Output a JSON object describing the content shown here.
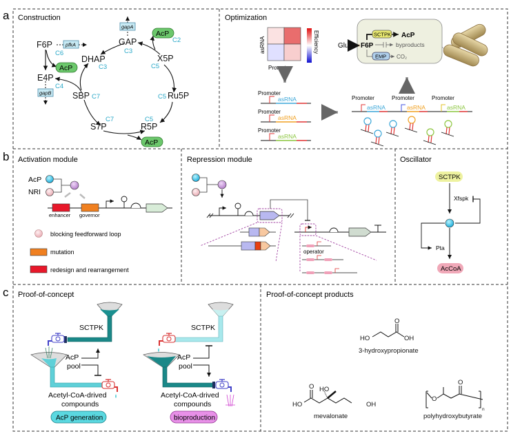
{
  "panels": {
    "a": {
      "letter": "a",
      "construction": {
        "title": "Construction",
        "metabolites": {
          "F6P": "F6P",
          "E4P": "E4P",
          "DHAP": "DHAP",
          "GAP": "GAP",
          "X5P": "X5P",
          "Ru5P": "Ru5P",
          "R5P": "R5P",
          "S7P": "S7P",
          "SBP": "SBP"
        },
        "carbon_labels": {
          "F6P": "C6",
          "E4P": "C4",
          "DHAP": "C3",
          "GAP": "C3",
          "X5P": "C5",
          "Ru5P": "C5",
          "R5P": "C5",
          "S7P": "C7",
          "SBP": "C7",
          "AcP_top": "C2"
        },
        "genes": {
          "pfkA": "pfkA",
          "gapA": "gapA",
          "gapB": "gapB"
        },
        "acp_label": "AcP"
      },
      "optimization": {
        "title": "Optimization",
        "heatmap": {
          "ylabel": "asRNA",
          "xlabel": "Promoter",
          "colorbar_label": "Efficiency",
          "cells": [
            [
              0.15,
              0.75
            ],
            [
              -0.3,
              0.25
            ]
          ]
        },
        "cell_box": {
          "glu": "Glu",
          "f6p": "F6P",
          "sctpk": "SCTPK",
          "acp": "AcP",
          "byproducts": "byproducts",
          "emp": "EMP",
          "co2": "CO₂"
        },
        "constructs_left": [
          {
            "promoter": "Promoter",
            "asrna": "asRNA",
            "color": "#3aa6d8"
          },
          {
            "promoter": "Promoter",
            "asrna": "asRNA",
            "color": "#f0a020"
          },
          {
            "promoter": "Promoter",
            "asrna": "asRNA",
            "color": "#8cc63f"
          }
        ],
        "constructs_right": [
          {
            "promoter": "Promoter",
            "asrna": "asRNA",
            "color": "#3aa6d8",
            "arrow": "#e03030"
          },
          {
            "promoter": "Promoter",
            "asrna": "asRNA",
            "color": "#f0a020",
            "arrow": "#4050e0"
          },
          {
            "promoter": "Promoter",
            "asrna": "asRNA",
            "color": "#8cc63f",
            "arrow": "#e0c020"
          }
        ]
      }
    },
    "b": {
      "letter": "b",
      "activation": {
        "title": "Activation module",
        "acp": "AcP",
        "nri": "NRI",
        "enhancer": "enhancer",
        "governor": "governor",
        "legend": [
          {
            "label": "blocking feedforward loop",
            "shape": "circle",
            "color": "#f2c4c8"
          },
          {
            "label": "mutation",
            "shape": "rect",
            "color": "#f08020"
          },
          {
            "label": "redesign and rearrangement",
            "shape": "rect",
            "color": "#e8182a"
          }
        ]
      },
      "repression": {
        "title": "Repression module",
        "operator": "operator"
      },
      "oscillator": {
        "title": "Oscillator",
        "sctpk": "SCTPK",
        "xfspk": "Xfspk",
        "pta": "Pta",
        "accoa": "AcCoA"
      }
    },
    "c": {
      "letter": "c",
      "proof": {
        "title": "Proof-of-concept",
        "left": {
          "enzyme": "SCTPK",
          "pool": "AcP",
          "pool2": "pool",
          "compounds1": "Acetyl-CoA-drived",
          "compounds2": "compounds",
          "badge": "AcP generation",
          "badge_color": "#5ad8e0"
        },
        "right": {
          "enzyme": "SCTPK",
          "pool": "AcP",
          "pool2": "pool",
          "compounds1": "Acetyl-CoA-drived",
          "compounds2": "compounds",
          "badge": "bioproduction",
          "badge_color": "#e890e8"
        }
      },
      "products": {
        "title": "Proof-of-concept products",
        "items": [
          {
            "name": "3-hydroxypropionate",
            "ho": "HO",
            "oh": "OH",
            "o": "O"
          },
          {
            "name": "mevalonate",
            "ho": "HO",
            "ho2": "HO",
            "oh": "OH",
            "o": "O"
          },
          {
            "name": "polyhydroxybutyrate",
            "o": "O",
            "o2": "O",
            "n": "n"
          }
        ]
      }
    }
  }
}
